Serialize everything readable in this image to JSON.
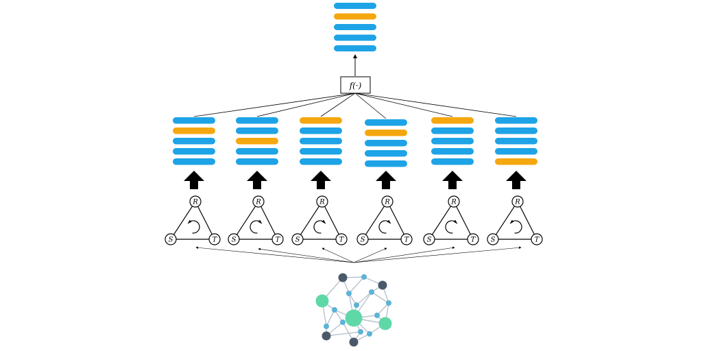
{
  "colors": {
    "blue": "#1ea3e6",
    "orange": "#f5a70f",
    "line": "#000000",
    "node_dark": "#4b5a6b",
    "node_green": "#5fd8a8",
    "node_light": "#5bb3d6",
    "edge": "#b8c2cc"
  },
  "output_bars": [
    "blue",
    "orange",
    "blue",
    "blue",
    "blue"
  ],
  "aggregator": {
    "label": "f(·)"
  },
  "embeddings": [
    {
      "bars": [
        "blue",
        "orange",
        "blue",
        "blue",
        "blue"
      ]
    },
    {
      "bars": [
        "blue",
        "blue",
        "orange",
        "blue",
        "blue"
      ]
    },
    {
      "bars": [
        "orange",
        "blue",
        "blue",
        "blue",
        "blue"
      ]
    },
    {
      "bars": [
        "blue",
        "orange",
        "blue",
        "blue",
        "blue"
      ]
    },
    {
      "bars": [
        "orange",
        "blue",
        "blue",
        "blue",
        "blue"
      ]
    },
    {
      "bars": [
        "blue",
        "blue",
        "blue",
        "blue",
        "orange"
      ]
    }
  ],
  "triads": [
    {
      "top": "R",
      "left": "S",
      "right": "T",
      "rotation": "clockwise"
    },
    {
      "top": "R",
      "left": "S",
      "right": "T",
      "rotation": "counterclockwise"
    },
    {
      "top": "R",
      "left": "S",
      "right": "T",
      "rotation": "counterclockwise"
    },
    {
      "top": "R",
      "left": "S",
      "right": "T",
      "rotation": "counterclockwise"
    },
    {
      "top": "R",
      "left": "S",
      "right": "T",
      "rotation": "counterclockwise"
    },
    {
      "top": "R",
      "left": "S",
      "right": "T",
      "rotation": "clockwise"
    }
  ],
  "graph": {
    "nodes": [
      {
        "type": "dark",
        "size": "m"
      },
      {
        "type": "light",
        "size": "s"
      },
      {
        "type": "dark",
        "size": "m"
      },
      {
        "type": "green",
        "size": "l"
      },
      {
        "type": "light",
        "size": "s"
      },
      {
        "type": "light",
        "size": "s"
      },
      {
        "type": "light",
        "size": "s"
      },
      {
        "type": "light",
        "size": "s"
      },
      {
        "type": "green",
        "size": "xl"
      },
      {
        "type": "light",
        "size": "s"
      },
      {
        "type": "light",
        "size": "s"
      },
      {
        "type": "green",
        "size": "l"
      },
      {
        "type": "dark",
        "size": "m"
      },
      {
        "type": "light",
        "size": "s"
      },
      {
        "type": "light",
        "size": "s"
      },
      {
        "type": "dark",
        "size": "m"
      },
      {
        "type": "light",
        "size": "s"
      },
      {
        "type": "light",
        "size": "s"
      }
    ],
    "edges": [
      [
        0,
        1
      ],
      [
        1,
        2
      ],
      [
        0,
        3
      ],
      [
        0,
        4
      ],
      [
        1,
        4
      ],
      [
        2,
        5
      ],
      [
        2,
        6
      ],
      [
        3,
        7
      ],
      [
        4,
        8
      ],
      [
        5,
        8
      ],
      [
        6,
        9
      ],
      [
        3,
        10
      ],
      [
        7,
        8
      ],
      [
        8,
        9
      ],
      [
        9,
        11
      ],
      [
        8,
        11
      ],
      [
        10,
        12
      ],
      [
        8,
        13
      ],
      [
        12,
        13
      ],
      [
        13,
        15
      ],
      [
        8,
        14
      ],
      [
        14,
        15
      ],
      [
        11,
        14
      ],
      [
        10,
        7
      ],
      [
        5,
        6
      ],
      [
        6,
        11
      ],
      [
        12,
        16
      ],
      [
        16,
        15
      ],
      [
        7,
        16
      ],
      [
        4,
        17
      ],
      [
        17,
        5
      ],
      [
        17,
        8
      ]
    ]
  }
}
